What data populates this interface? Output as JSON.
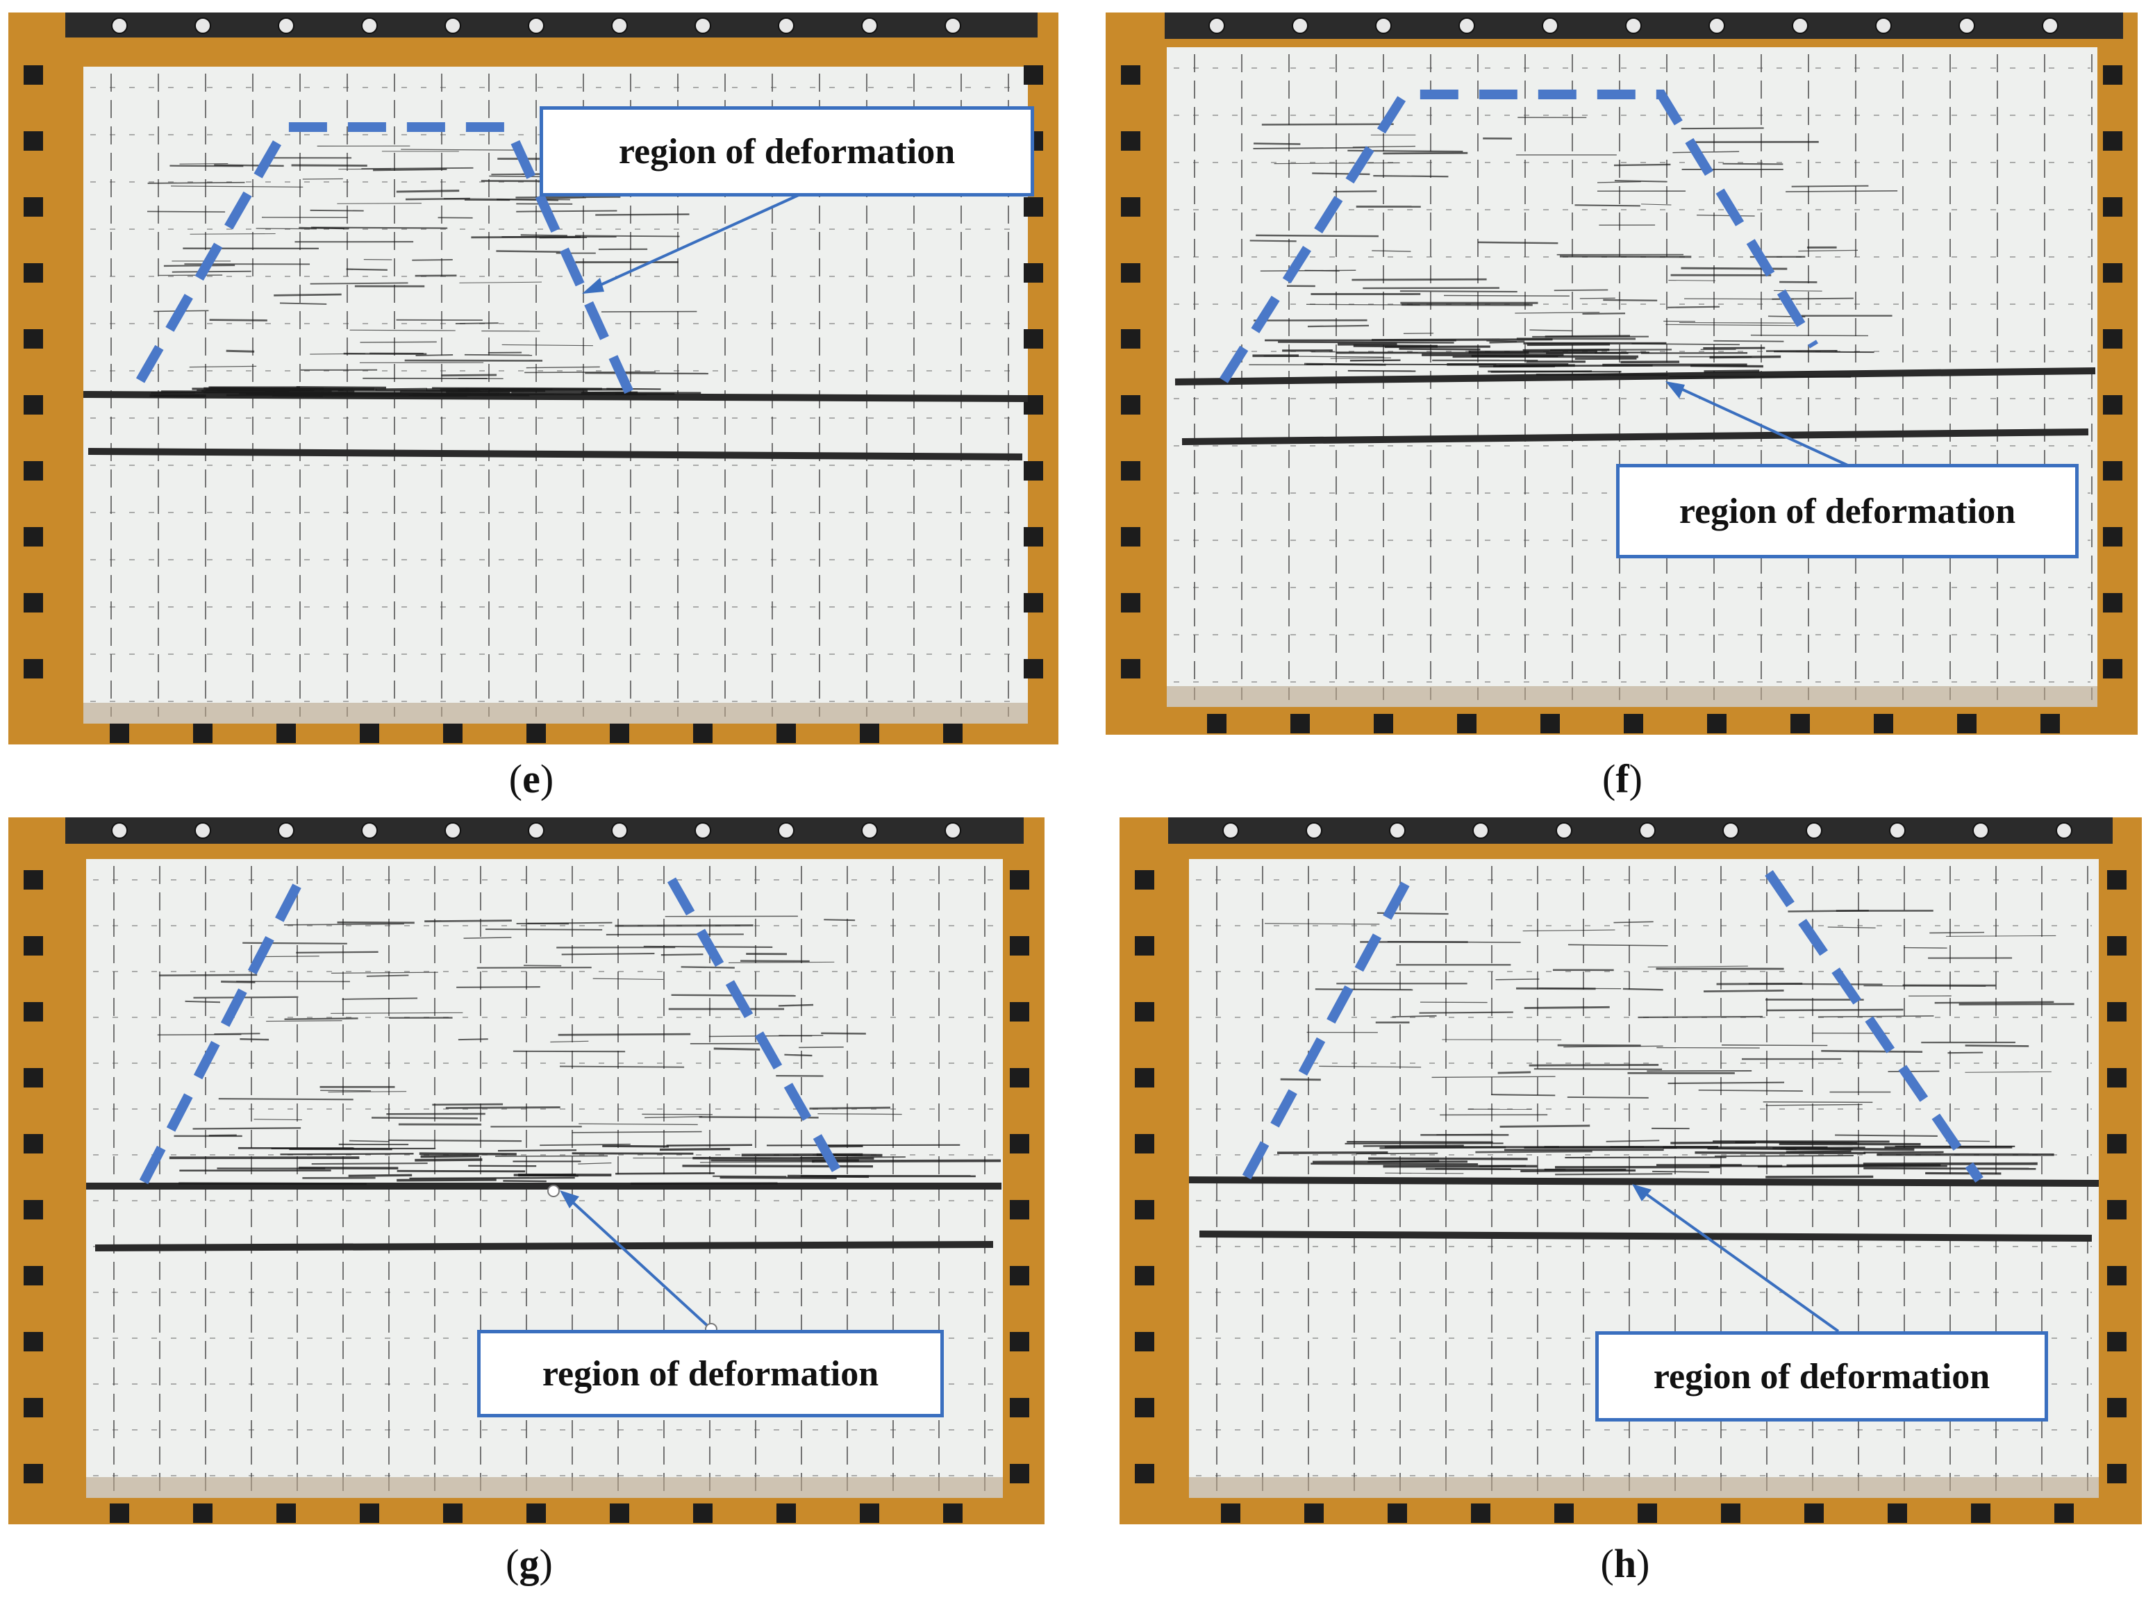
{
  "figure": {
    "colors": {
      "frame": "#c98a2a",
      "wall": "#eef0ee",
      "grid": "#3a3a3a",
      "dashed_outline": "#4a78c8",
      "arrow": "#3a6fbf",
      "layer_line": "#2a2a2a"
    },
    "panels": [
      {
        "id": "e",
        "caption_letter": "e",
        "callout_text": "region of deformation"
      },
      {
        "id": "f",
        "caption_letter": "f",
        "callout_text": "region of deformation"
      },
      {
        "id": "g",
        "caption_letter": "g",
        "callout_text": "region of deformation"
      },
      {
        "id": "h",
        "caption_letter": "h",
        "callout_text": "region of deformation"
      }
    ]
  }
}
